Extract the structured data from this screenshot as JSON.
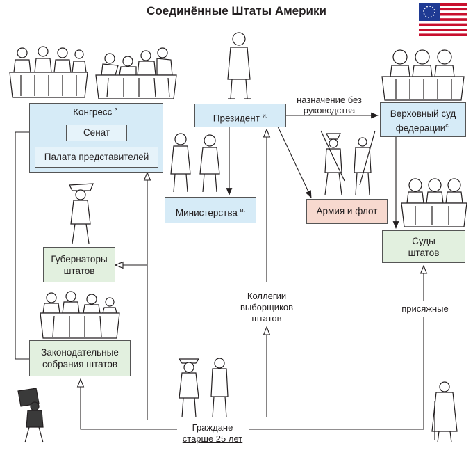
{
  "title": "Соединённые Штаты Америки",
  "flag": {
    "stripe": "#c8102e",
    "canton": "#1f3a93",
    "white": "#ffffff"
  },
  "boxes": {
    "congress": {
      "label": "Конгресс",
      "mark": "з."
    },
    "senate": "Сенат",
    "house": "Палата представителей",
    "president": {
      "label": "Президент",
      "mark": "и."
    },
    "supreme_court": {
      "line1": "Верховный суд",
      "line2": "федерации",
      "mark": "с."
    },
    "ministries": {
      "label": "Министерства",
      "mark": "и."
    },
    "army": "Армия и флот",
    "governors": {
      "line1": "Губернаторы",
      "line2": "штатов"
    },
    "state_courts": {
      "line1": "Суды",
      "line2": "штатов"
    },
    "legislatures": {
      "line1": "Законодательные",
      "line2": "собрания штатов"
    }
  },
  "labels": {
    "appointment": {
      "line1": "назначение без",
      "line2": "руководства"
    },
    "electors": {
      "line1": "Коллегии",
      "line2": "выборщиков",
      "line3": "штатов"
    },
    "jurors": "присяжные",
    "citizens": {
      "line1": "Граждане",
      "line2": "старше 25 лет"
    }
  },
  "colors": {
    "blue": "#d6ebf7",
    "green": "#e2f0df",
    "pink": "#f7d9cf",
    "line": "#231f20"
  }
}
